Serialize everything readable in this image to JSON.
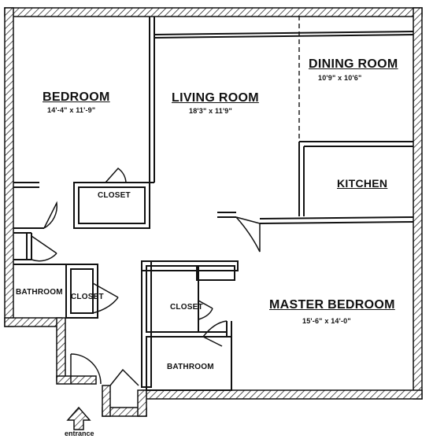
{
  "rooms": {
    "bedroom": {
      "name": "BEDROOM",
      "dims": "14'-4\" x 11'-9\""
    },
    "living_room": {
      "name": "LIVING ROOM",
      "dims": "18'3\" x 11'9\""
    },
    "dining_room": {
      "name": "DINING ROOM",
      "dims": "10'9\" x 10'6\""
    },
    "kitchen": {
      "name": "KITCHEN"
    },
    "master_bedroom": {
      "name": "MASTER BEDROOM",
      "dims": "15'-6\" x 14'-0\""
    },
    "closet_bedroom": {
      "name": "CLOSET"
    },
    "bathroom_left": {
      "name": "BATHROOM"
    },
    "closet_hall": {
      "name": "CLOSET"
    },
    "closet_master": {
      "name": "CLOSET"
    },
    "bathroom_master": {
      "name": "BATHROOM"
    }
  },
  "entrance": {
    "label": "entrance"
  },
  "colors": {
    "ink": "#111111",
    "paper": "#ffffff"
  }
}
